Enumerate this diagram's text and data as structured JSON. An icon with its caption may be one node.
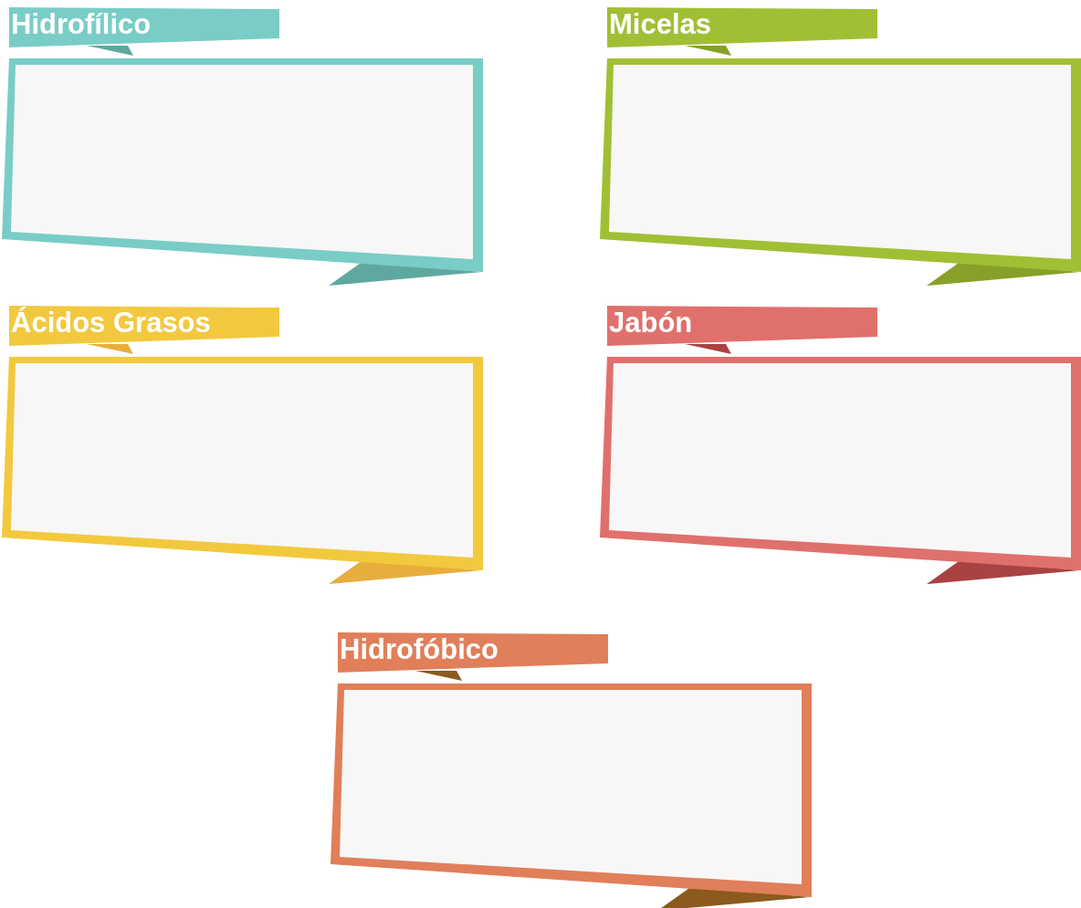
{
  "diagram": {
    "nodes": [
      {
        "text": [
          "Hidrofílico"
        ]
      },
      {
        "text": [
          "Micelas"
        ]
      },
      {
        "text": [
          "Ácidos Grasos"
        ]
      },
      {
        "text": [
          "Jabón"
        ]
      },
      {
        "text": [
          "Hidrofóbico"
        ]
      }
    ]
  }
}
